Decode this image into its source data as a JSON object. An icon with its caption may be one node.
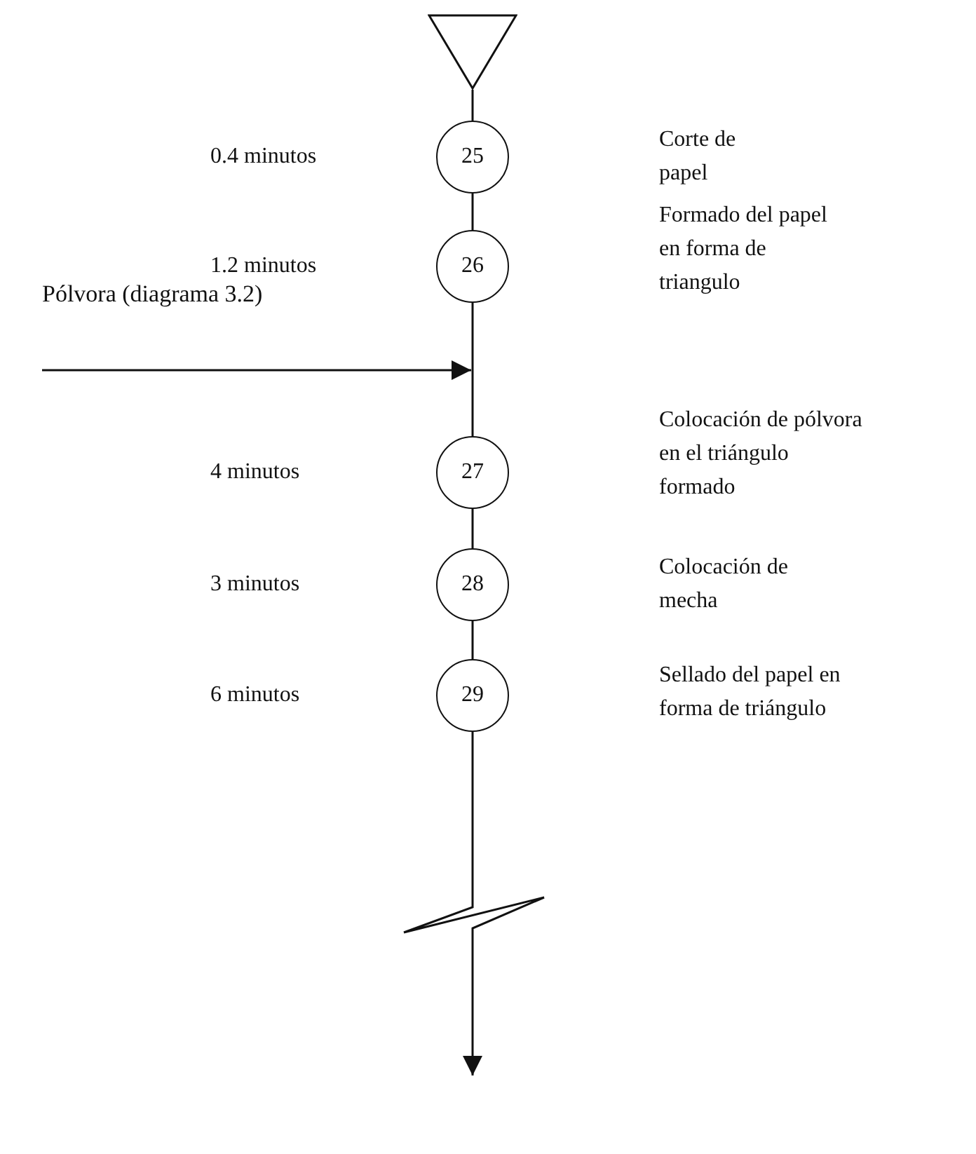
{
  "diagram": {
    "nodes": [
      {
        "text": [],
        "shape": "triangle"
      },
      {
        "text": [
          "25"
        ]
      },
      {
        "text": [
          "26"
        ]
      },
      {
        "text": [
          "27"
        ]
      },
      {
        "text": [
          "28"
        ]
      },
      {
        "text": [
          "29"
        ]
      },
      {
        "text": [
          "Pólvora (diagrama 3.2)"
        ]
      }
    ],
    "edges": [
      {
        "from": 0,
        "to": 1,
        "arrow": "none"
      },
      {
        "from": 1,
        "to": 2,
        "arrow": "none"
      },
      {
        "from": 2,
        "to": 3,
        "arrow": "none"
      },
      {
        "from": 3,
        "to": 4,
        "arrow": "none"
      },
      {
        "from": 4,
        "to": 5,
        "arrow": "none"
      },
      {
        "from": 5,
        "to": null,
        "arrow": "to"
      },
      {
        "from": 6,
        "to": null,
        "arrow": "to"
      }
    ],
    "labels": [
      "0.4 minutos",
      "Corte de papel",
      "1.2 minutos",
      "Formado del papel en forma de triangulo",
      "4 minutos",
      "Colocación de pólvora en el triángulo formado",
      "3 minutos",
      "Colocación de mecha",
      "6 minutos",
      "Sellado del papel en forma de triángulo"
    ]
  }
}
